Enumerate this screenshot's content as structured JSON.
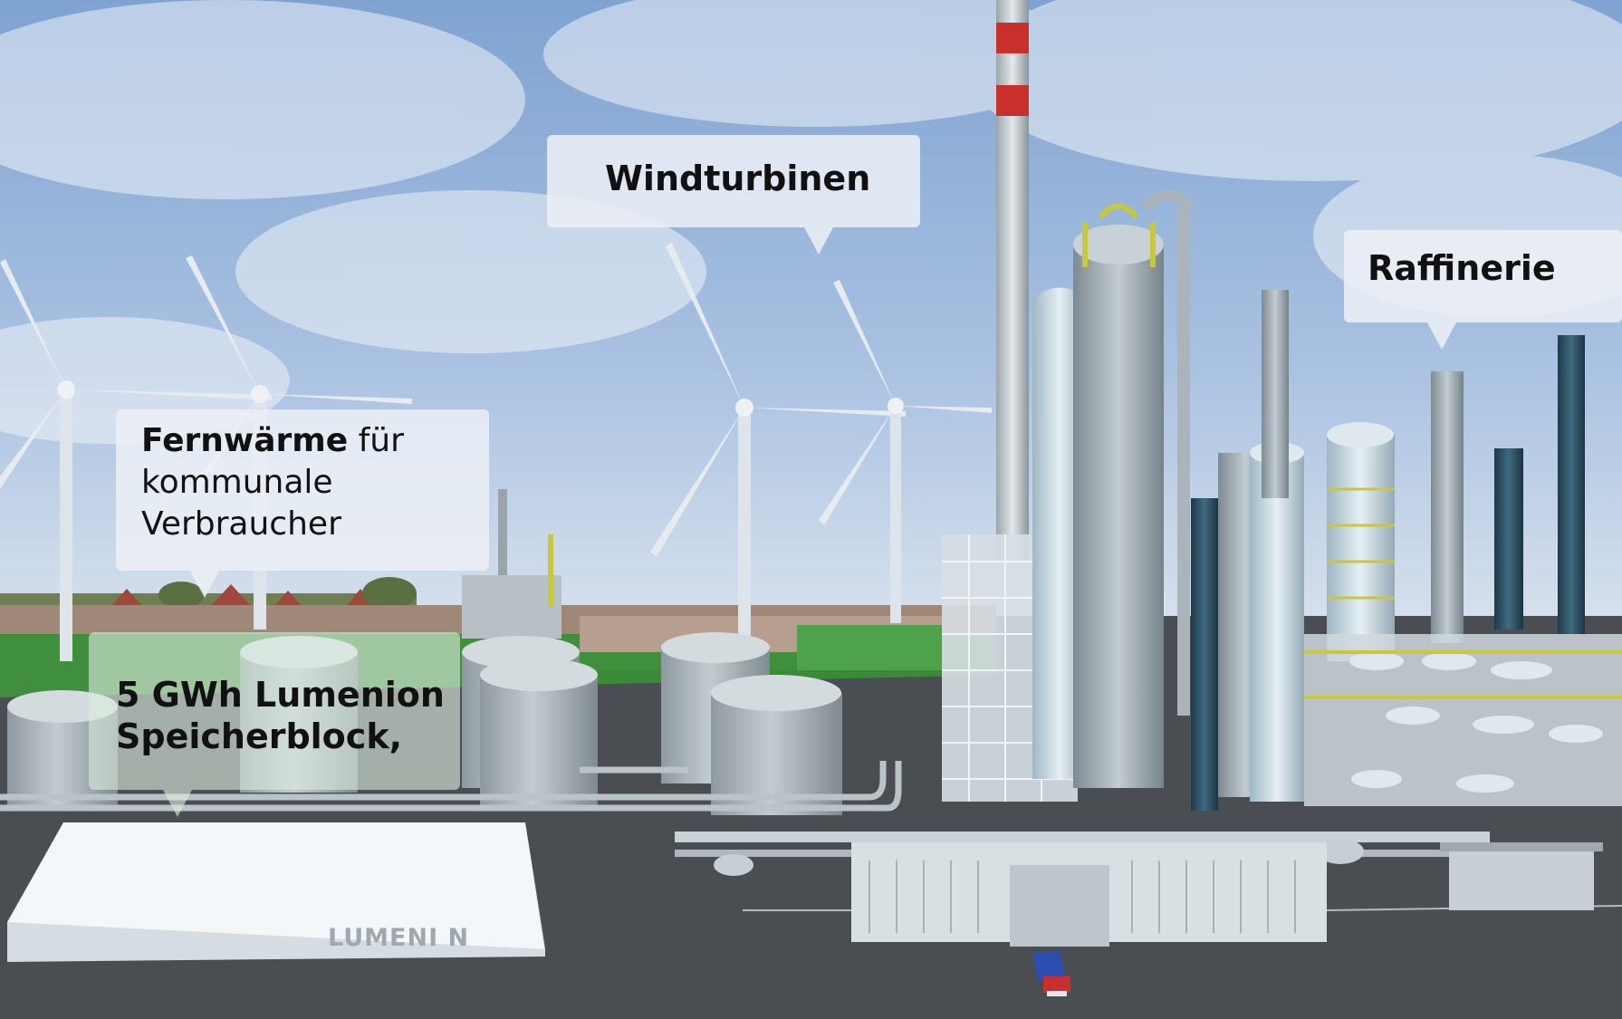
{
  "labels": {
    "wind": "Windturbinen",
    "refinery": "Raffinerie",
    "heat_bold": "Fernwärme",
    "heat_rest": " für",
    "heat_line2": "kommunale",
    "heat_line3": "Verbraucher",
    "storage_line1": "5 GWh Lumenion",
    "storage_line2": "Speicherblock,"
  },
  "logo": {
    "text": "LUMENI N"
  },
  "colors": {
    "sky_top": "#7fa3d1",
    "sky_bottom": "#c9d8ec",
    "ground": "#4a4d52",
    "field_green": "#3f8f3c",
    "field_brown": "#a08878",
    "tank": "#aeb8bf",
    "column": "#9aa6ad",
    "dark_column": "#2f5266",
    "stack_red": "#c9302c",
    "storage_building": "#f4f7f9",
    "yellow_pipe": "#c8c83a"
  }
}
